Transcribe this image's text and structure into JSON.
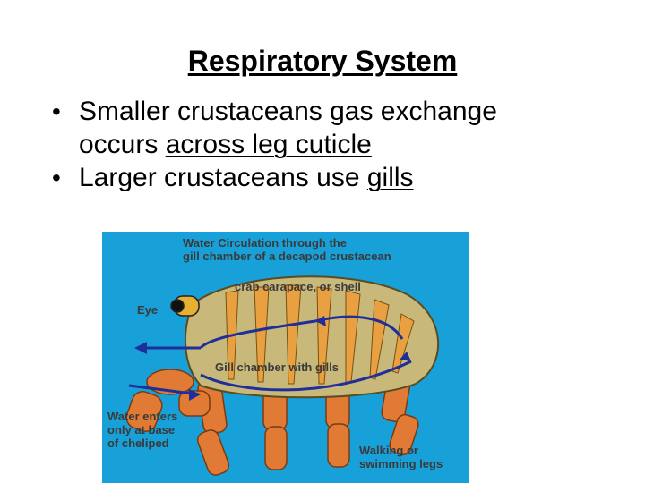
{
  "slide": {
    "title": "Respiratory System",
    "bullet1": {
      "line1": "Smaller crustaceans gas exchange",
      "line2_prefix": "occurs ",
      "line2_underlined": "across leg cuticle"
    },
    "bullet2": {
      "prefix": "Larger crustaceans use ",
      "underlined": "gills"
    }
  },
  "figure": {
    "heading_line1": "Water Circulation through the",
    "heading_line2": "gill chamber of a decapod crustacean",
    "carapace_label": "crab carapace, or shell",
    "eye_label": "Eye",
    "gill_label": "Gill chamber with gills",
    "water_label_line1": "Water enters",
    "water_label_line2": "only at base",
    "water_label_line3": "of cheliped",
    "legs_label_line1": "Walking or",
    "legs_label_line2": "swimming legs"
  }
}
